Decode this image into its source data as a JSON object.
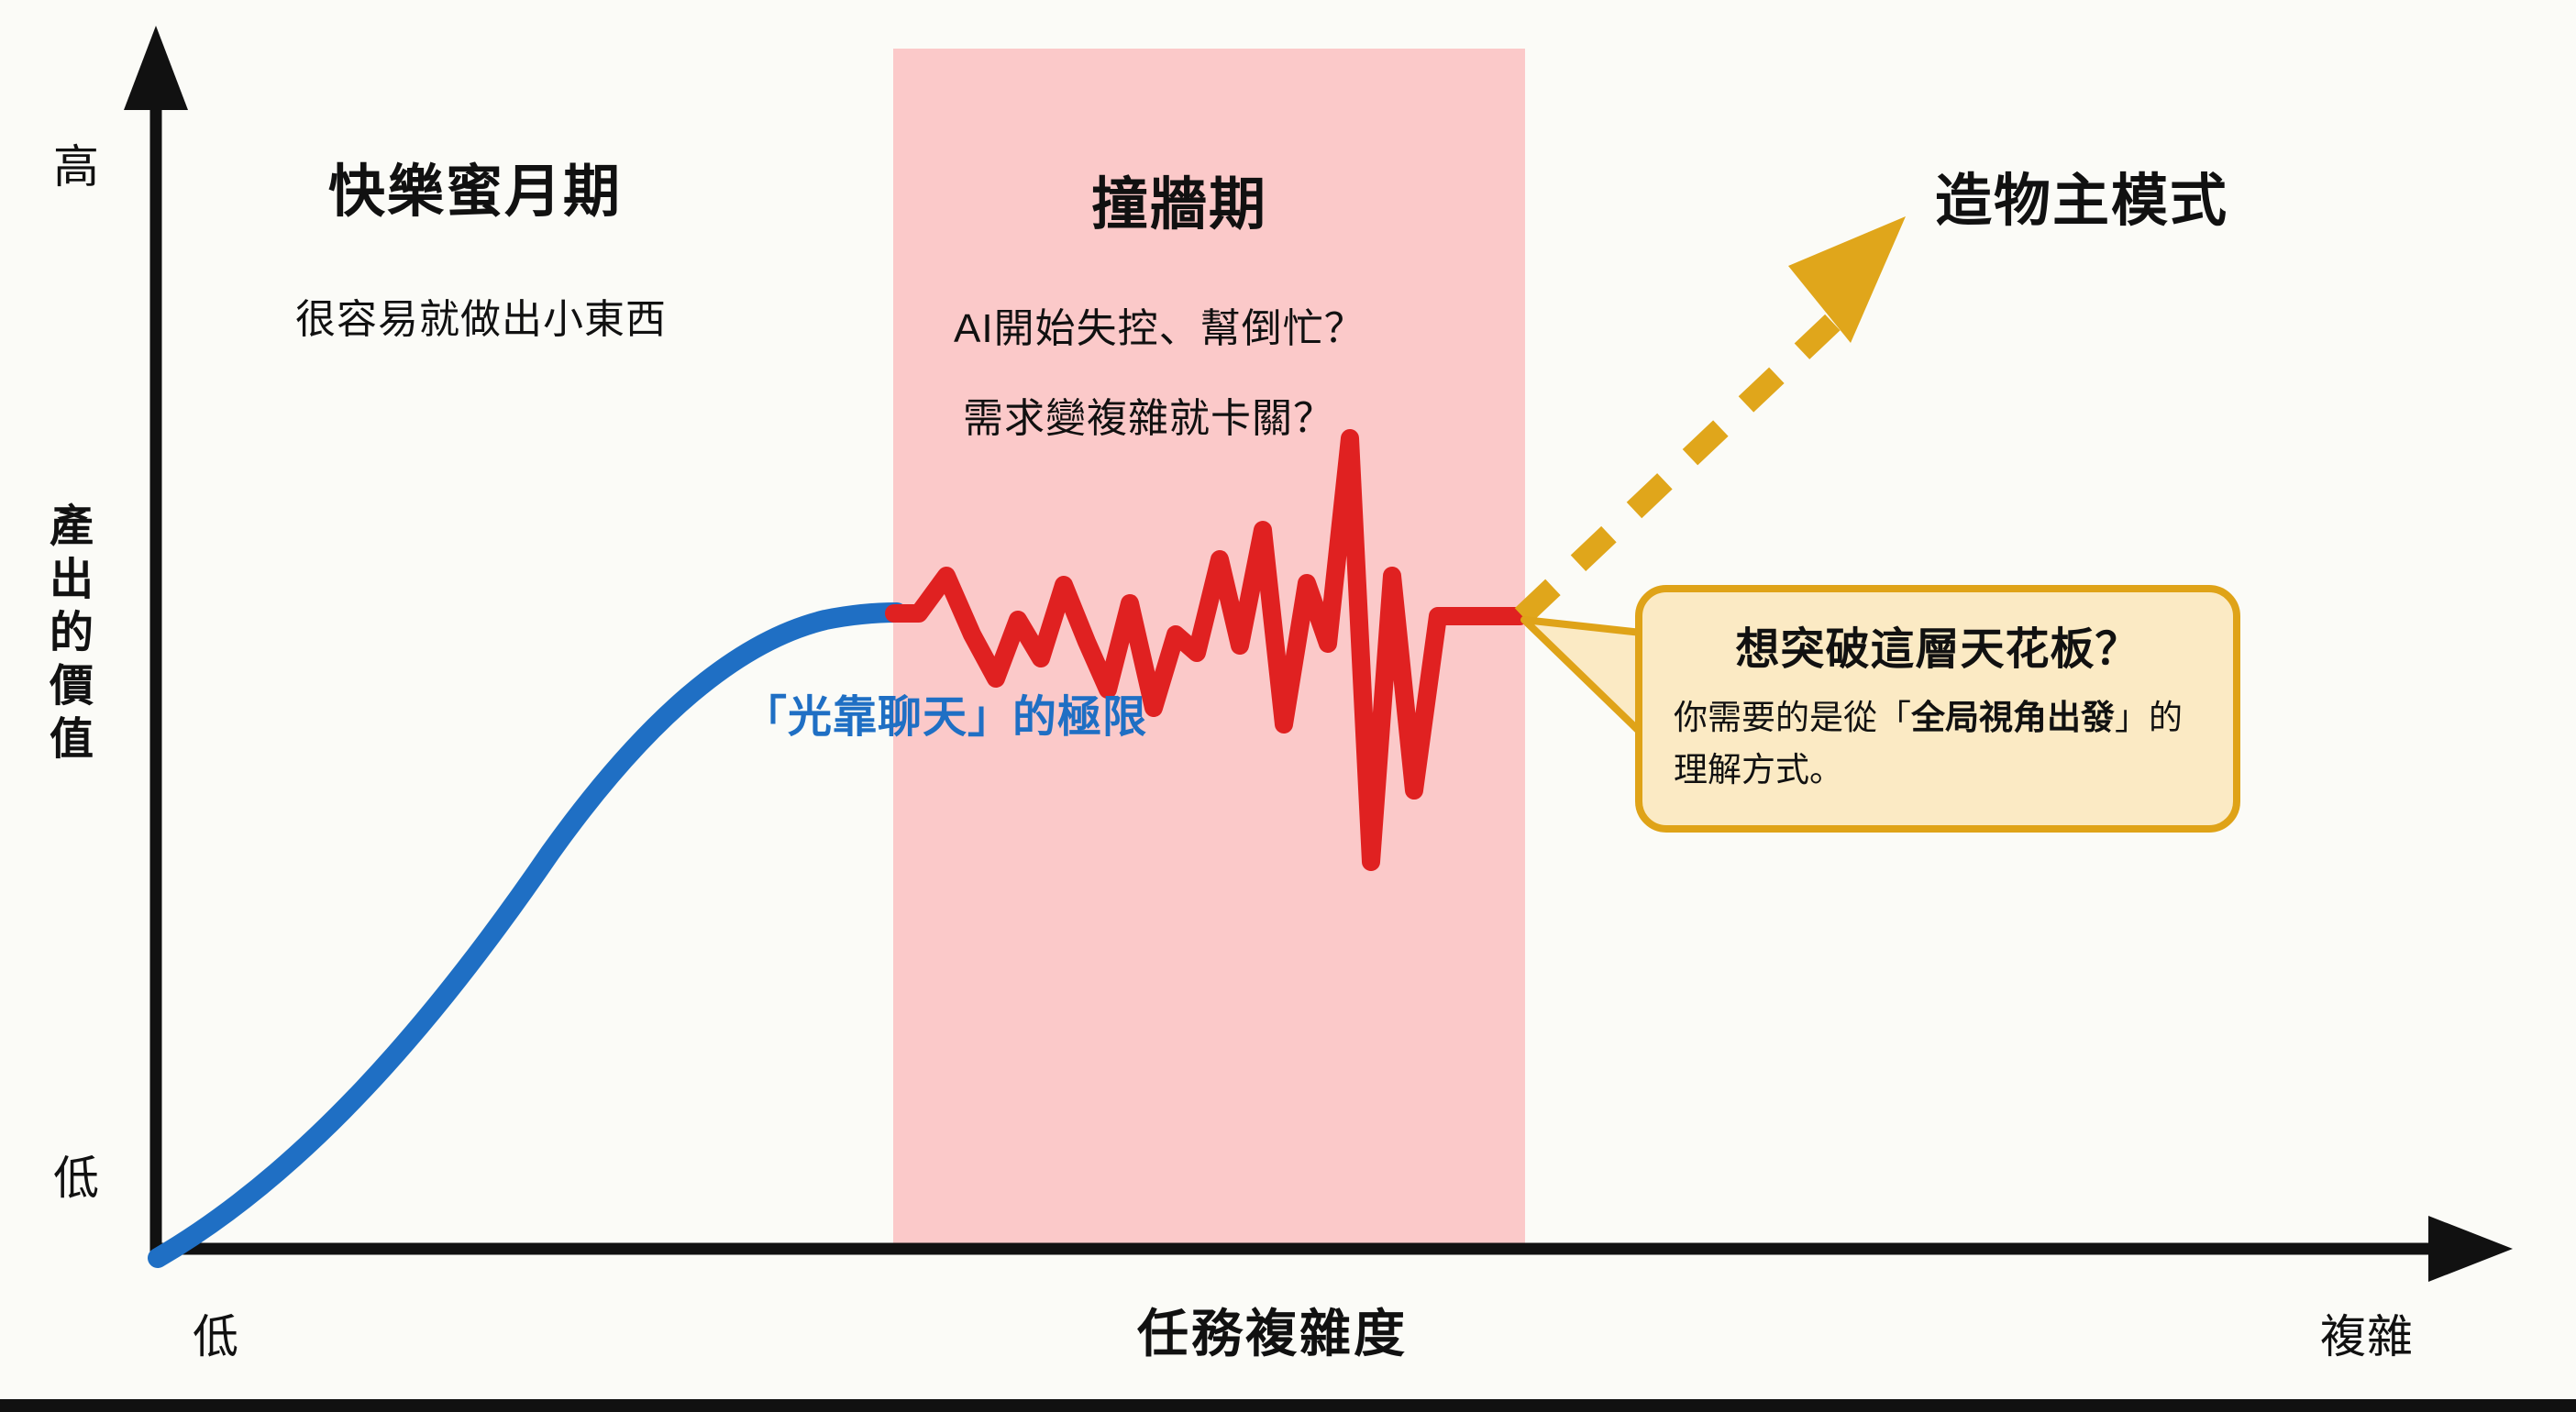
{
  "chart_data": {
    "type": "line",
    "title": "",
    "xlabel": "任務複雜度",
    "ylabel": "產出的價值",
    "x_ticks": [
      "低",
      "複雜"
    ],
    "y_ticks": [
      "高",
      "低"
    ],
    "annotations": {
      "phase1_title": "快樂蜜月期",
      "phase1_sub": "很容易就做出小東西",
      "phase2_title": "撞牆期",
      "phase2_sub1": "AI開始失控、幫倒忙？",
      "phase2_sub2": "需求變複雜就卡關？",
      "phase3_title": "造物主模式",
      "plateau_label": "「光靠聊天」的極限"
    },
    "series": [
      {
        "name": "blue-growth-curve",
        "color": "#1f6fc4",
        "style": "solid",
        "points": [
          [
            0,
            0
          ],
          [
            5,
            16
          ],
          [
            12,
            34
          ],
          [
            20,
            50
          ],
          [
            30,
            64
          ],
          [
            40,
            74
          ],
          [
            52,
            82
          ],
          [
            65,
            87
          ],
          [
            78,
            90
          ],
          [
            90,
            91
          ],
          [
            100,
            91
          ]
        ]
      },
      {
        "name": "red-plateau-volatility",
        "color": "#e02121",
        "style": "zigzag",
        "points": [
          [
            0,
            91
          ],
          [
            4,
            91
          ],
          [
            9,
            97
          ],
          [
            14,
            88
          ],
          [
            18,
            81
          ],
          [
            22,
            90
          ],
          [
            26,
            83
          ],
          [
            30,
            95
          ],
          [
            34,
            86
          ],
          [
            38,
            78
          ],
          [
            42,
            92
          ],
          [
            46,
            75
          ],
          [
            50,
            86
          ],
          [
            54,
            83
          ],
          [
            58,
            99
          ],
          [
            62,
            84
          ],
          [
            66,
            104
          ],
          [
            70,
            73
          ],
          [
            74,
            96
          ],
          [
            78,
            84
          ],
          [
            82,
            119
          ],
          [
            86,
            62
          ],
          [
            90,
            104
          ],
          [
            94,
            67
          ],
          [
            98,
            91
          ],
          [
            100,
            91
          ]
        ]
      },
      {
        "name": "yellow-breakthrough-arrow",
        "color": "#e0a61b",
        "style": "dashed-arrow",
        "points": [
          [
            0,
            91
          ],
          [
            100,
            168
          ]
        ]
      }
    ],
    "regions": [
      {
        "name": "wall-phase-band",
        "color": "#fbc9c9",
        "x_start": 33,
        "x_end": 58
      }
    ],
    "legend": "none",
    "grid": false
  },
  "axes": {
    "y_high_label": "高",
    "y_low_label": "低",
    "y_title": "產出的價值",
    "x_low_label": "低",
    "x_high_label": "複雜",
    "x_title": "任務複雜度"
  },
  "phase1": {
    "title": "快樂蜜月期",
    "subtitle": "很容易就做出小東西"
  },
  "phase2": {
    "title": "撞牆期",
    "line1": "AI開始失控、幫倒忙？",
    "line2": "需求變複雜就卡關？"
  },
  "phase3": {
    "title": "造物主模式"
  },
  "plateau": {
    "label": "「光靠聊天」的極限"
  },
  "callout": {
    "heading": "想突破這層天花板？",
    "body_prefix": "你需要的是從「",
    "body_bold": "全局視角出發",
    "body_suffix": "」的",
    "body_line2": "理解方式。"
  },
  "colors": {
    "blue": "#1f6fc4",
    "red": "#e02121",
    "yellow": "#e0a61b",
    "pink_band": "#fbc9c9",
    "callout_fill": "#fbeac4",
    "callout_border": "#dfa318",
    "axis": "#111111",
    "background": "#fbfbf7"
  }
}
